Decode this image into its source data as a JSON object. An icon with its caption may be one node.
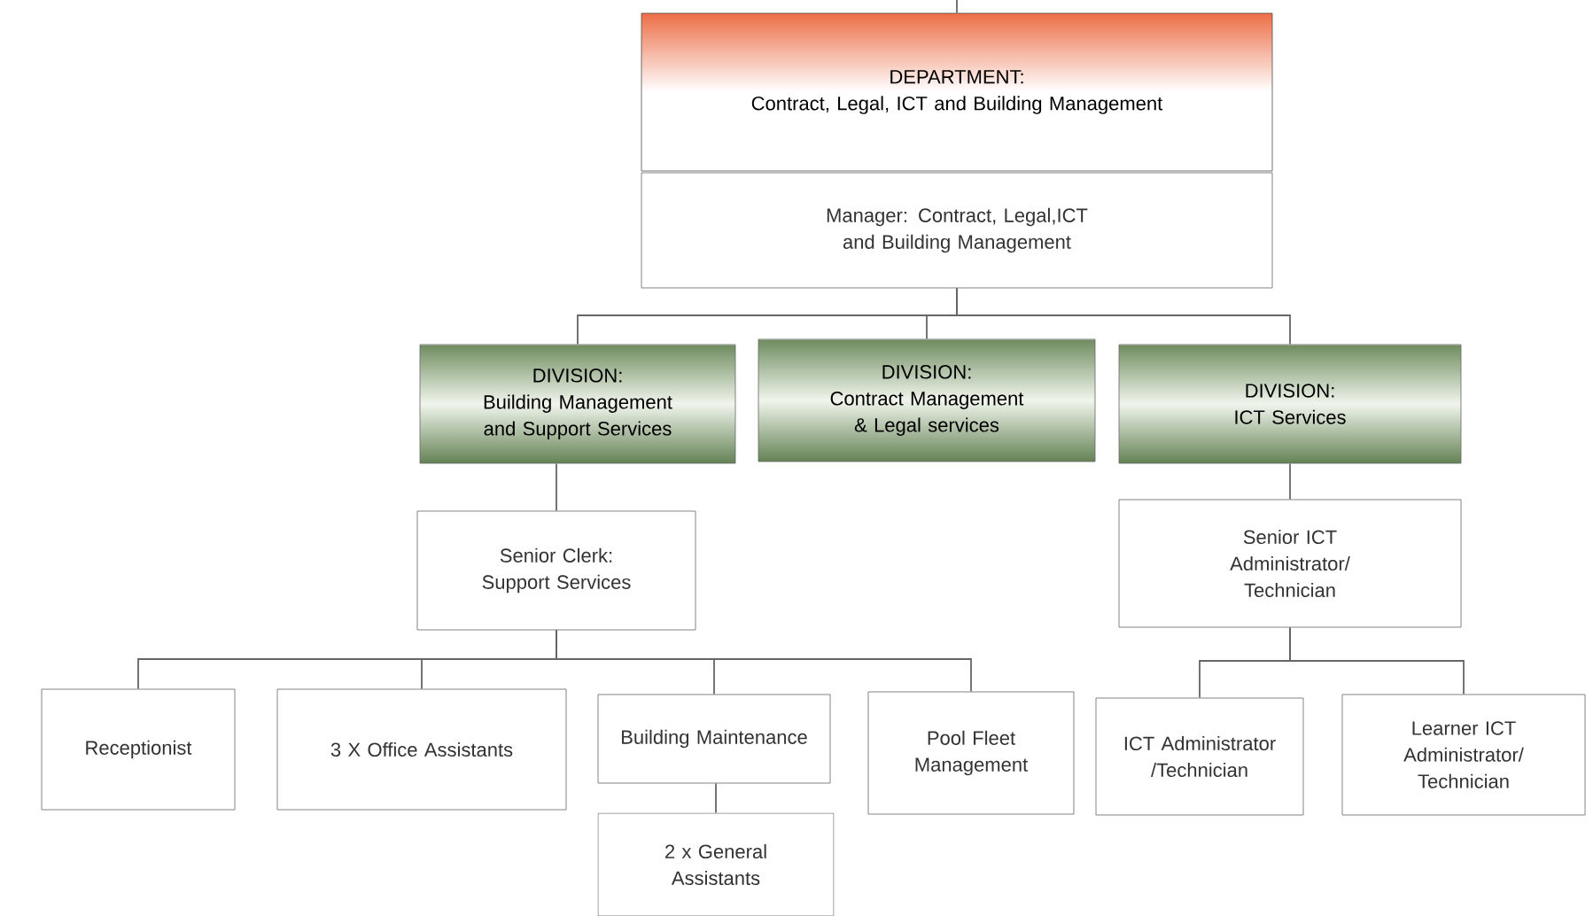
{
  "diagram": {
    "nodes": [
      {
        "text": [
          "DEPARTMENT:",
          "Contract, Legal, ICT and Building Management"
        ]
      },
      {
        "text": [
          "Manager: Contract, Legal,ICT and Building Management"
        ]
      },
      {
        "text": [
          "DIVISION:",
          "Building Management and Support Services"
        ]
      },
      {
        "text": [
          "DIVISION:",
          "Contract Management & Legal services"
        ]
      },
      {
        "text": [
          "DIVISION:",
          "ICT Services"
        ]
      },
      {
        "text": [
          "Senior Clerk: Support Services"
        ]
      },
      {
        "text": [
          "Senior ICT Administrator/ Technician"
        ]
      },
      {
        "text": [
          "Receptionist"
        ]
      },
      {
        "text": [
          "3 X Office Assistants"
        ]
      },
      {
        "text": [
          "Building Maintenance"
        ]
      },
      {
        "text": [
          "Pool Fleet Management"
        ]
      },
      {
        "text": [
          "2 x  General Assistants"
        ]
      },
      {
        "text": [
          "ICT Administrator /Technician"
        ]
      },
      {
        "text": [
          "Learner ICT Administrator/ Technician"
        ]
      }
    ],
    "edges": [
      {
        "from": null,
        "to": 0,
        "arrow": "none"
      },
      {
        "from": 1,
        "to": 2,
        "arrow": "none"
      },
      {
        "from": 1,
        "to": 3,
        "arrow": "none"
      },
      {
        "from": 1,
        "to": 4,
        "arrow": "none"
      },
      {
        "from": 2,
        "to": 5,
        "arrow": "none"
      },
      {
        "from": 4,
        "to": 6,
        "arrow": "none"
      },
      {
        "from": 5,
        "to": 7,
        "arrow": "none"
      },
      {
        "from": 5,
        "to": 8,
        "arrow": "none"
      },
      {
        "from": 5,
        "to": 9,
        "arrow": "none"
      },
      {
        "from": 5,
        "to": 10,
        "arrow": "none"
      },
      {
        "from": 9,
        "to": 11,
        "arrow": "none"
      },
      {
        "from": 6,
        "to": 12,
        "arrow": "none"
      },
      {
        "from": 6,
        "to": 13,
        "arrow": "none"
      }
    ]
  }
}
